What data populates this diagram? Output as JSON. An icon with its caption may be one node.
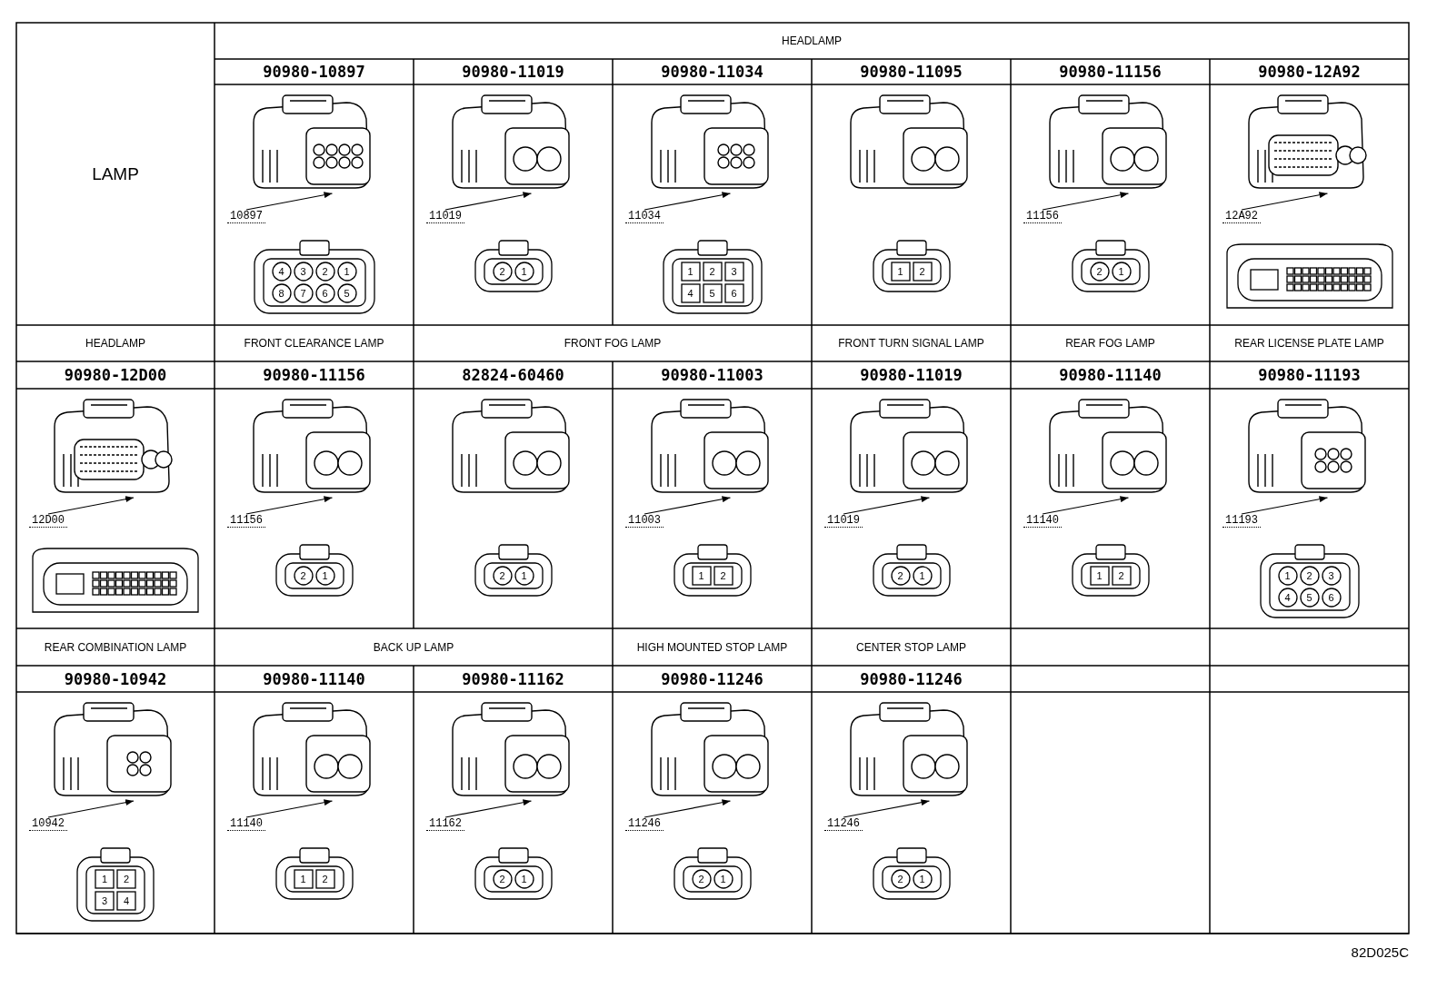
{
  "diagram": {
    "nodes": [
      {
        "text": [],
        "shape": "picture"
      },
      {
        "text": [
          "10897"
        ]
      },
      {
        "text": [],
        "shape": "picture"
      },
      {
        "text": [
          "11019"
        ]
      },
      {
        "text": [],
        "shape": "picture"
      },
      {
        "text": [
          "11034"
        ]
      },
      {
        "text": [],
        "shape": "picture"
      },
      {
        "text": [
          "11156"
        ]
      },
      {
        "text": [],
        "shape": "picture"
      },
      {
        "text": [
          "12A92"
        ]
      },
      {
        "text": [],
        "shape": "picture"
      },
      {
        "text": [
          "12D00"
        ]
      },
      {
        "text": [],
        "shape": "picture"
      },
      {
        "text": [
          "11156"
        ]
      },
      {
        "text": [],
        "shape": "picture"
      },
      {
        "text": [
          "11003"
        ]
      },
      {
        "text": [],
        "shape": "picture"
      },
      {
        "text": [
          "11019"
        ]
      },
      {
        "text": [],
        "shape": "picture"
      },
      {
        "text": [
          "11140"
        ]
      },
      {
        "text": [],
        "shape": "picture"
      },
      {
        "text": [
          "11193"
        ]
      },
      {
        "text": [],
        "shape": "picture"
      },
      {
        "text": [
          "10942"
        ]
      },
      {
        "text": [],
        "shape": "picture"
      },
      {
        "text": [
          "11140"
        ]
      },
      {
        "text": [],
        "shape": "picture"
      },
      {
        "text": [
          "11162"
        ]
      },
      {
        "text": [],
        "shape": "picture"
      },
      {
        "text": [
          "11246"
        ]
      },
      {
        "text": [],
        "shape": "picture"
      },
      {
        "text": [
          "11246"
        ]
      }
    ],
    "edges": [
      {
        "from": 1,
        "to": 0,
        "arrow": "to"
      },
      {
        "from": 3,
        "to": 2,
        "arrow": "to"
      },
      {
        "from": 5,
        "to": 4,
        "arrow": "to"
      },
      {
        "from": 7,
        "to": 6,
        "arrow": "to"
      },
      {
        "from": 9,
        "to": 8,
        "arrow": "to"
      },
      {
        "from": 11,
        "to": 10,
        "arrow": "to"
      },
      {
        "from": 13,
        "to": 12,
        "arrow": "to"
      },
      {
        "from": 15,
        "to": 14,
        "arrow": "to"
      },
      {
        "from": 17,
        "to": 16,
        "arrow": "to"
      },
      {
        "from": 19,
        "to": 18,
        "arrow": "to"
      },
      {
        "from": 21,
        "to": 20,
        "arrow": "to"
      },
      {
        "from": 23,
        "to": 22,
        "arrow": "to"
      },
      {
        "from": 25,
        "to": 24,
        "arrow": "to"
      },
      {
        "from": 27,
        "to": 26,
        "arrow": "to"
      },
      {
        "from": 29,
        "to": 28,
        "arrow": "to"
      },
      {
        "from": 31,
        "to": 30,
        "arrow": "to"
      }
    ],
    "labels": [
      "LAMP",
      "HEADLAMP",
      "90980-10897",
      "90980-11019",
      "90980-11034",
      "90980-11095",
      "90980-11156",
      "90980-12A92",
      "4",
      "3",
      "2",
      "1",
      "8",
      "7",
      "6",
      "5",
      "2",
      "1",
      "1",
      "2",
      "3",
      "4",
      "5",
      "6",
      "1",
      "2",
      "2",
      "1",
      "HEADLAMP",
      "FRONT CLEARANCE LAMP",
      "FRONT FOG LAMP",
      "FRONT TURN SIGNAL LAMP",
      "REAR FOG LAMP",
      "REAR LICENSE PLATE LAMP",
      "90980-12D00",
      "90980-11156",
      "82824-60460",
      "90980-11003",
      "90980-11019",
      "90980-11140",
      "90980-11193",
      "2",
      "1",
      "2",
      "1",
      "1",
      "2",
      "2",
      "1",
      "1",
      "2",
      "1",
      "2",
      "3",
      "4",
      "5",
      "6",
      "REAR COMBINATION LAMP",
      "BACK UP LAMP",
      "HIGH MOUNTED STOP LAMP",
      "CENTER STOP LAMP",
      "90980-10942",
      "90980-11140",
      "90980-11162",
      "90980-11246",
      "90980-11246",
      "1",
      "2",
      "3",
      "4",
      "1",
      "2",
      "2",
      "1",
      "2",
      "1",
      "2",
      "1",
      "82D025C"
    ]
  }
}
